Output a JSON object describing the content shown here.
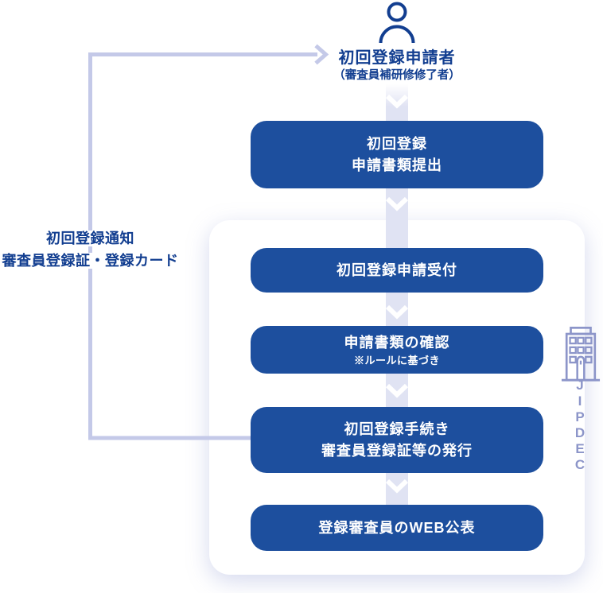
{
  "palette": {
    "step_blue": "#1d4f9e",
    "navy_text": "#123e90",
    "ribbon": "#e0e3f3",
    "feedback_line": "#c4c9e8",
    "org_accent": "#8c95c9"
  },
  "actor": {
    "icon": "person-icon",
    "name": "初回登録申請者",
    "qualifier": "（審査員補研修修了者）"
  },
  "feedback_note": {
    "line1": "初回登録通知",
    "line2": "審査員登録証・登録カード"
  },
  "steps": [
    {
      "lines": [
        "初回登録",
        "申請書類提出"
      ]
    },
    {
      "lines": [
        "初回登録申請受付"
      ]
    },
    {
      "lines": [
        "申請書類の確認"
      ],
      "note": "※ルールに基づき"
    },
    {
      "lines": [
        "初回登録手続き",
        "審査員登録証等の発行"
      ]
    },
    {
      "lines": [
        "登録審査員のWEB公表"
      ]
    }
  ],
  "organization": {
    "icon": "building-icon",
    "letters": [
      "J",
      "I",
      "P",
      "D",
      "E",
      "C"
    ]
  },
  "icons": {
    "flow_connector": "chevron-down-icon",
    "feedback_arrow": "arrow-right-icon"
  }
}
